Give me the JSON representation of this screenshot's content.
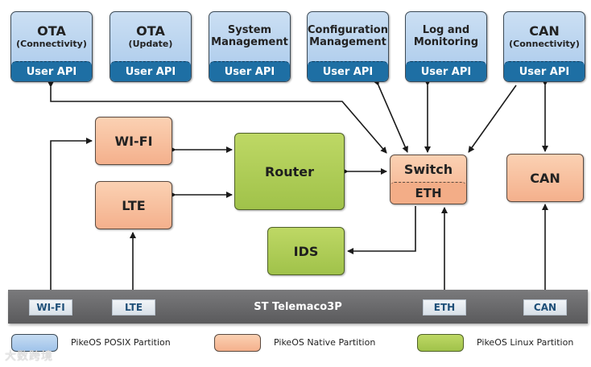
{
  "posix_apps": [
    {
      "title": "OTA",
      "subtitle": "(Connectivity)",
      "api": "User API"
    },
    {
      "title": "OTA",
      "subtitle": "(Update)",
      "api": "User API"
    },
    {
      "title": "System",
      "subtitle": "Management",
      "api": "User API"
    },
    {
      "title": "Configuration",
      "subtitle": "Management",
      "api": "User API"
    },
    {
      "title": "Log and",
      "subtitle": "Monitoring",
      "api": "User API"
    },
    {
      "title": "CAN",
      "subtitle": "(Connectivity)",
      "api": "User API"
    }
  ],
  "native": {
    "wifi": "WI-FI",
    "lte": "LTE",
    "switch": "Switch",
    "switch_eth": "ETH",
    "can": "CAN"
  },
  "linux": {
    "router": "Router",
    "ids": "IDS"
  },
  "soc": {
    "title": "ST Telemaco3P",
    "ports": [
      "WI-FI",
      "LTE",
      "ETH",
      "CAN"
    ]
  },
  "legend": [
    {
      "label": "PikeOS POSIX Partition",
      "color": "#aecbeb"
    },
    {
      "label": "PikeOS Native Partition",
      "color": "#f8c3a0"
    },
    {
      "label": "PikeOS Linux Partition",
      "color": "#b3d05a"
    }
  ],
  "watermark": "大数跨境"
}
